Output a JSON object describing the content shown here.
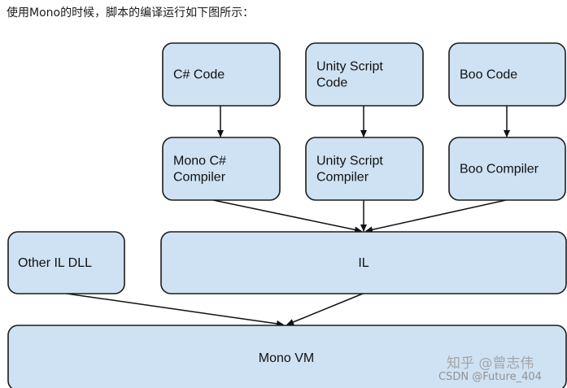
{
  "caption": "使用Mono的时候，脚本的编译运行如下图所示：",
  "nodes": {
    "csharp_code": {
      "lines": [
        "C# Code"
      ]
    },
    "unity_script_code": {
      "lines": [
        "Unity Script",
        "Code"
      ]
    },
    "boo_code": {
      "lines": [
        "Boo Code"
      ]
    },
    "mono_csharp_compiler": {
      "lines": [
        "Mono C#",
        "Compiler"
      ]
    },
    "unity_script_compiler": {
      "lines": [
        "Unity Script",
        "Compiler"
      ]
    },
    "boo_compiler": {
      "lines": [
        "Boo Compiler"
      ]
    },
    "other_il_dll": {
      "lines": [
        "Other IL DLL"
      ]
    },
    "il": {
      "lines": [
        "IL"
      ]
    },
    "mono_vm": {
      "lines": [
        "Mono VM"
      ]
    }
  },
  "edges": [
    {
      "from": "csharp_code",
      "to": "mono_csharp_compiler"
    },
    {
      "from": "unity_script_code",
      "to": "unity_script_compiler"
    },
    {
      "from": "boo_code",
      "to": "boo_compiler"
    },
    {
      "from": "mono_csharp_compiler",
      "to": "il"
    },
    {
      "from": "unity_script_compiler",
      "to": "il"
    },
    {
      "from": "boo_compiler",
      "to": "il"
    },
    {
      "from": "other_il_dll",
      "to": "mono_vm"
    },
    {
      "from": "il",
      "to": "mono_vm"
    }
  ],
  "watermarks": {
    "zhihu": "知乎 @曾志伟",
    "csdn": "CSDN @Future_404"
  }
}
